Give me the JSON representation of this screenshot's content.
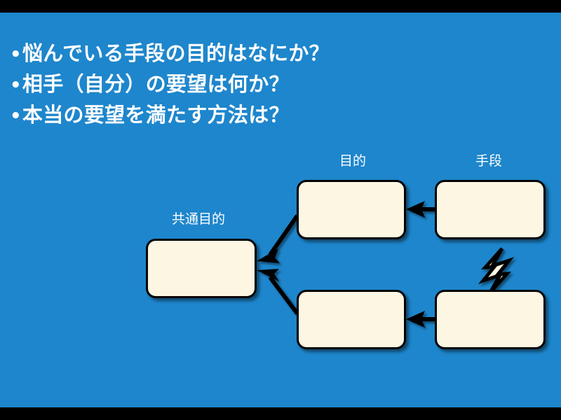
{
  "slide": {
    "background_color": "#1E86CC",
    "letterbox_color": "#000000",
    "text_color": "#FFFFFF",
    "box_fill_color": "#FDF6E3",
    "box_border_color": "#000000"
  },
  "bullets": [
    {
      "marker": "•",
      "text": "悩んでいる手段の目的はなにか？"
    },
    {
      "marker": "•",
      "text": "相手（自分）の要望は何か？"
    },
    {
      "marker": "•",
      "text": "本当の要望を満たす方法は？"
    }
  ],
  "diagram": {
    "labels": {
      "purpose": "目的",
      "means": "手段",
      "common_goal": "共通目的"
    },
    "boxes": [
      {
        "id": "common-goal",
        "label": ""
      },
      {
        "id": "top-mid",
        "label": ""
      },
      {
        "id": "top-right",
        "label": ""
      },
      {
        "id": "bot-mid",
        "label": ""
      },
      {
        "id": "bot-right",
        "label": ""
      }
    ],
    "connectors": [
      {
        "id": "top-right-to-top-mid",
        "type": "arrow",
        "direction": "left"
      },
      {
        "id": "bot-right-to-bot-mid",
        "type": "arrow",
        "direction": "left"
      },
      {
        "id": "top-mid-to-common",
        "type": "arrow",
        "direction": "down-left"
      },
      {
        "id": "bot-mid-to-common",
        "type": "arrow",
        "direction": "up-left"
      },
      {
        "id": "conflict",
        "type": "lightning-bolt",
        "direction": "bidirectional"
      }
    ]
  }
}
